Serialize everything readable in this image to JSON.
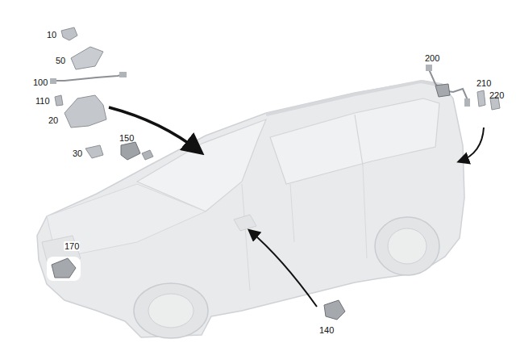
{
  "diagram": {
    "labels": [
      "10",
      "50",
      "100",
      "110",
      "20",
      "30",
      "150",
      "170",
      "140",
      "200",
      "210",
      "220"
    ]
  }
}
